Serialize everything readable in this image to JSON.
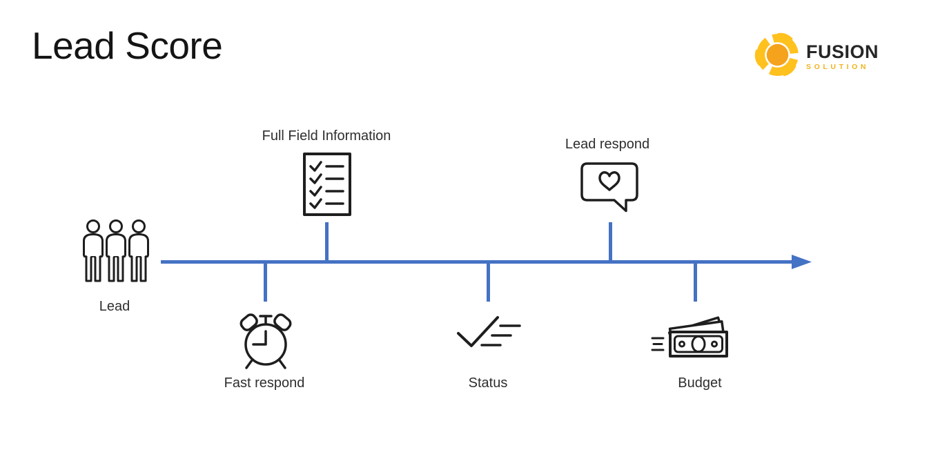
{
  "page": {
    "title": "Lead Score"
  },
  "logo": {
    "name": "FUSION",
    "subname": "SOLUTION",
    "name_color": "#262626",
    "subname_color": "#f0b41c",
    "icon_center_color": "#f5a21d",
    "icon_blade_color": "#ffc11e",
    "icon_name": "fusion-swirl-icon"
  },
  "timeline": {
    "color": "#4472c4",
    "direction": "left-to-right-arrow",
    "milestones": [
      {
        "id": "lead",
        "label": "Lead",
        "icon": "people-group-icon",
        "position": "start-below-line"
      },
      {
        "id": "full-field-information",
        "label": "Full Field Information",
        "icon": "checklist-document-icon",
        "position": "above-line"
      },
      {
        "id": "fast-respond",
        "label": "Fast respond",
        "icon": "alarm-clock-icon",
        "position": "below-line"
      },
      {
        "id": "status",
        "label": "Status",
        "icon": "checkmark-list-icon",
        "position": "below-line"
      },
      {
        "id": "lead-respond",
        "label": "Lead respond",
        "icon": "speech-bubble-heart-icon",
        "position": "above-line"
      },
      {
        "id": "budget",
        "label": "Budget",
        "icon": "money-banknotes-icon",
        "position": "below-line"
      }
    ]
  }
}
